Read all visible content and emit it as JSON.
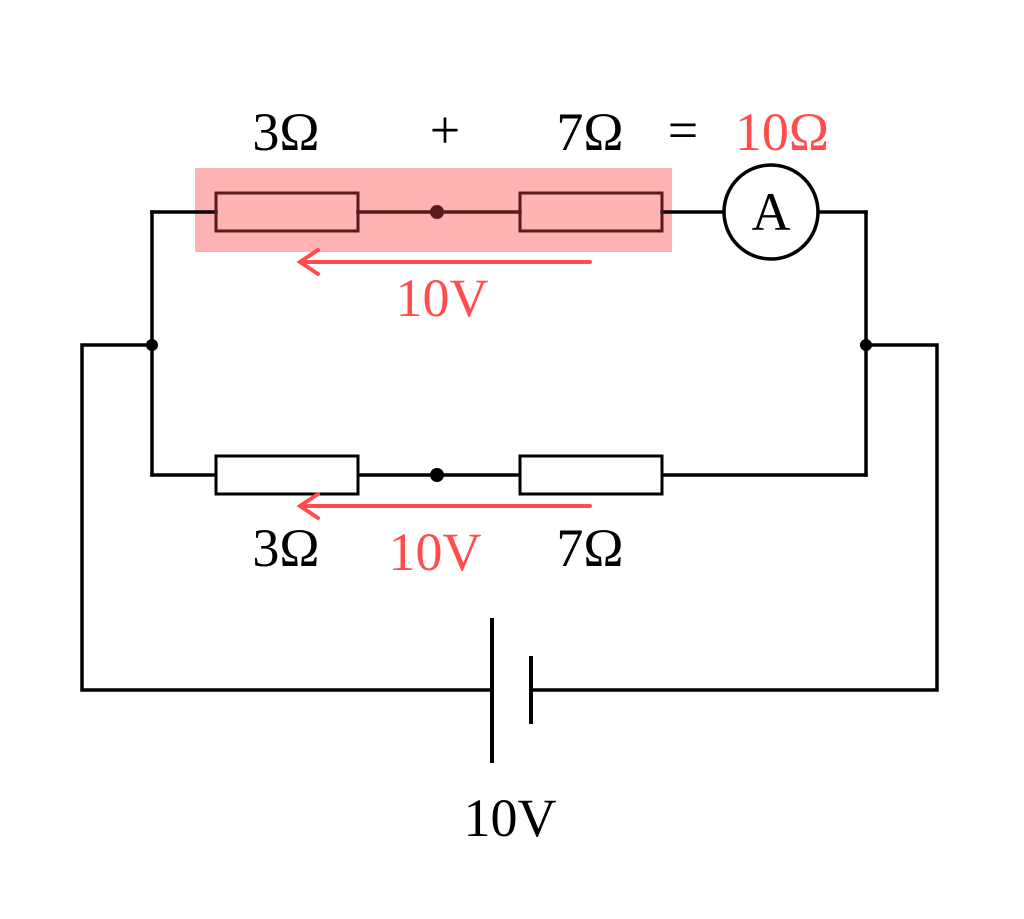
{
  "colors": {
    "wire": "#000000",
    "accent": "#ff4d4d",
    "highlight": "#ffb3b3",
    "resistor_dark": "#5a1a1a",
    "background": "#ffffff"
  },
  "top_branch": {
    "r1_label": "3Ω",
    "plus_sign": "+",
    "r2_label": "7Ω",
    "equals_sign": "=",
    "total_label": "10Ω",
    "voltage_label": "10V",
    "ammeter_label": "A"
  },
  "bottom_branch": {
    "r1_label": "3Ω",
    "voltage_label": "10V",
    "r2_label": "7Ω"
  },
  "battery": {
    "voltage_label": "10V"
  }
}
